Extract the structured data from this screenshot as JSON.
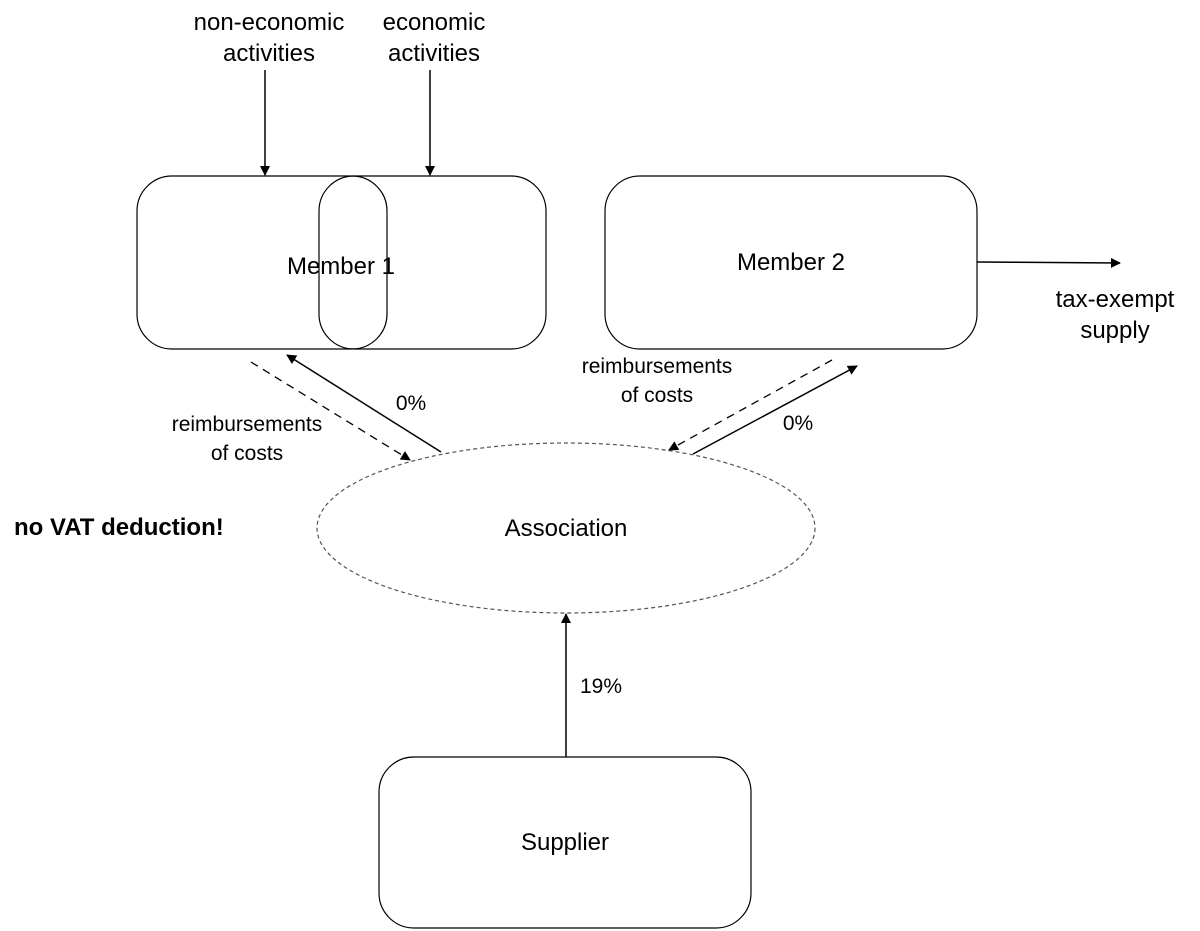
{
  "top_labels": {
    "non_economic": [
      "non-economic",
      "activities"
    ],
    "economic": [
      "economic",
      "activities"
    ]
  },
  "nodes": {
    "member1": "Member 1",
    "member2": "Member 2",
    "association": "Association",
    "supplier": "Supplier"
  },
  "outputs": {
    "tax_exempt": [
      "tax-exempt",
      "supply"
    ]
  },
  "flows": {
    "reimb_left": [
      "reimbursements",
      "of costs"
    ],
    "rate_left": "0%",
    "reimb_right": [
      "reimbursements",
      "of costs"
    ],
    "rate_right": "0%",
    "rate_supplier": "19%"
  },
  "note": "no VAT deduction!",
  "colors": {
    "stroke": "#000000",
    "ellipse_stroke": "#555555",
    "background": "#ffffff"
  }
}
